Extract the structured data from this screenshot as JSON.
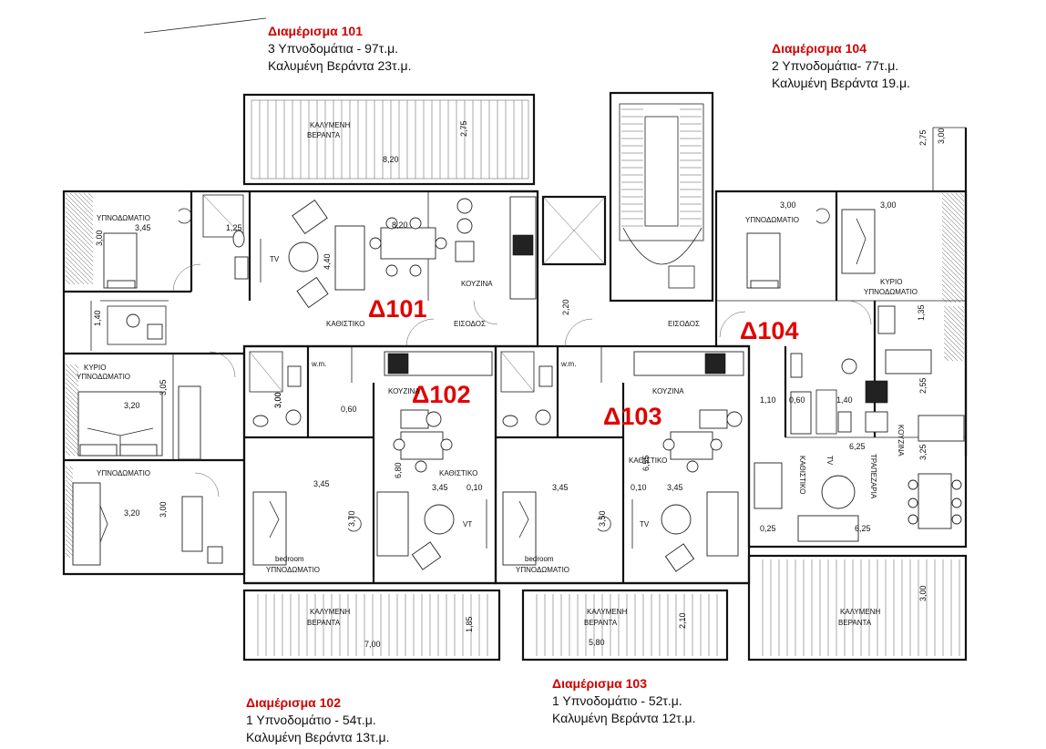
{
  "apartments": [
    {
      "title": "Διαμέρισμα 101",
      "rooms": "3 Υπνοδομάτια - 97τ.μ.",
      "veranda": "Καλυμένη Βεράντα 23τ.μ."
    },
    {
      "title": "Διαμέρισμα 104",
      "rooms": "2 Υπνοδομάτια- 77τ.μ.",
      "veranda": "Καλυμένη Βεράντα 19.μ."
    },
    {
      "title": "Διαμέρισμα 102",
      "rooms": "1 Υπνοδομάτιο - 54τ.μ.",
      "veranda": "Καλυμένη Βεράντα 13τ.μ."
    },
    {
      "title": "Διαμέρισμα 103",
      "rooms": "1 Υπνοδομάτιο - 52τ.μ.",
      "veranda": "Καλυμένη Βεράντα 12τ.μ."
    }
  ],
  "units": [
    "Δ101",
    "Δ102",
    "Δ103",
    "Δ104"
  ],
  "labels": {
    "veranda1": "ΚΑΛΥΜΕΝΗ",
    "veranda2": "ΒΕΡΑΝΤΑ",
    "bedroom": "ΥΠΝΟΔΩΜΑΤΙΟ",
    "master1": "ΚΥΡΙΟ",
    "master2": "ΥΠΝΟΔΩΜΑΤΙΟ",
    "living": "ΚΑΘΙΣΤΙΚΟ",
    "kitchen": "ΚΟΥΖΙΝΑ",
    "entrance": "ΕΙΣΟΔΟΣ",
    "dining": "ΤΡΑΠΕΖΑΡΙΑ",
    "bedroom_en": "bedroom",
    "tv": "TV",
    "vt": "VT",
    "wm": "w.m."
  },
  "dimensions": [
    "8,20",
    "2,75",
    "8,20",
    "4,40",
    "3,45",
    "1,25",
    "3,00",
    "3,20",
    "3,05",
    "3,20",
    "3,00",
    "1,40",
    "2,20",
    "3,00",
    "3,00",
    "3,00",
    "1,35",
    "2,55",
    "1,10",
    "0,60",
    "1,40",
    "6,25",
    "3,25",
    "0,25",
    "6,25",
    "3,00",
    "0,60",
    "3,45",
    "6,80",
    "3,45",
    "0,10",
    "3,70",
    "3,45",
    "3,00",
    "6,55",
    "0,10",
    "3,45",
    "3,50",
    "1,85",
    "7,00",
    "2,10",
    "5,80",
    "3,00",
    "2,75"
  ]
}
